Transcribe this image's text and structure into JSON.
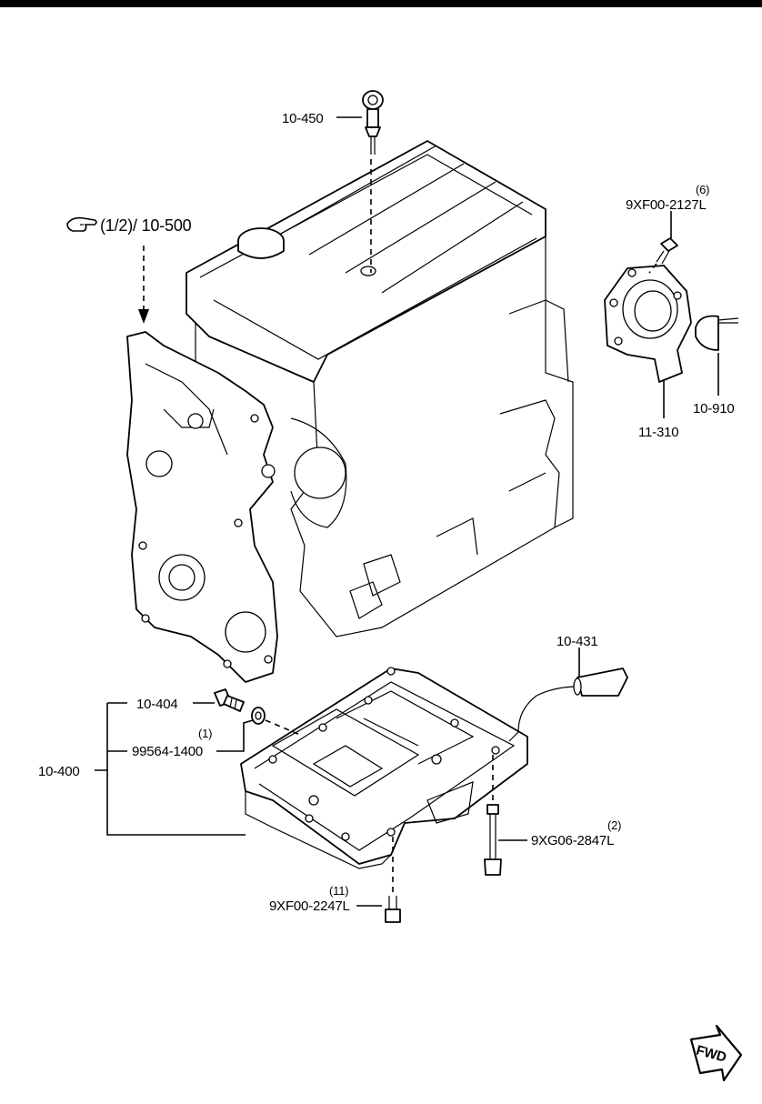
{
  "diagram": {
    "labels": {
      "dipstick": "10-450",
      "front_cover_ref": "(1/2)/ 10-500",
      "bolt_top_qty": "(6)",
      "bolt_top": "9XF00-2127L",
      "oil_seal_housing": "11-310",
      "oil_seal": "10-910",
      "oil_level_sensor": "10-431",
      "drain_plug": "10-404",
      "washer_qty": "(1)",
      "washer": "99564-1400",
      "oil_pan": "10-400",
      "long_bolt_qty": "(2)",
      "long_bolt": "9XG06-2847L",
      "pan_bolt_qty": "(11)",
      "pan_bolt": "9XF00-2247L",
      "fwd": "FWD"
    },
    "icons": {
      "reference": "pointing-hand-icon",
      "front": "fwd-arrow-icon"
    }
  }
}
